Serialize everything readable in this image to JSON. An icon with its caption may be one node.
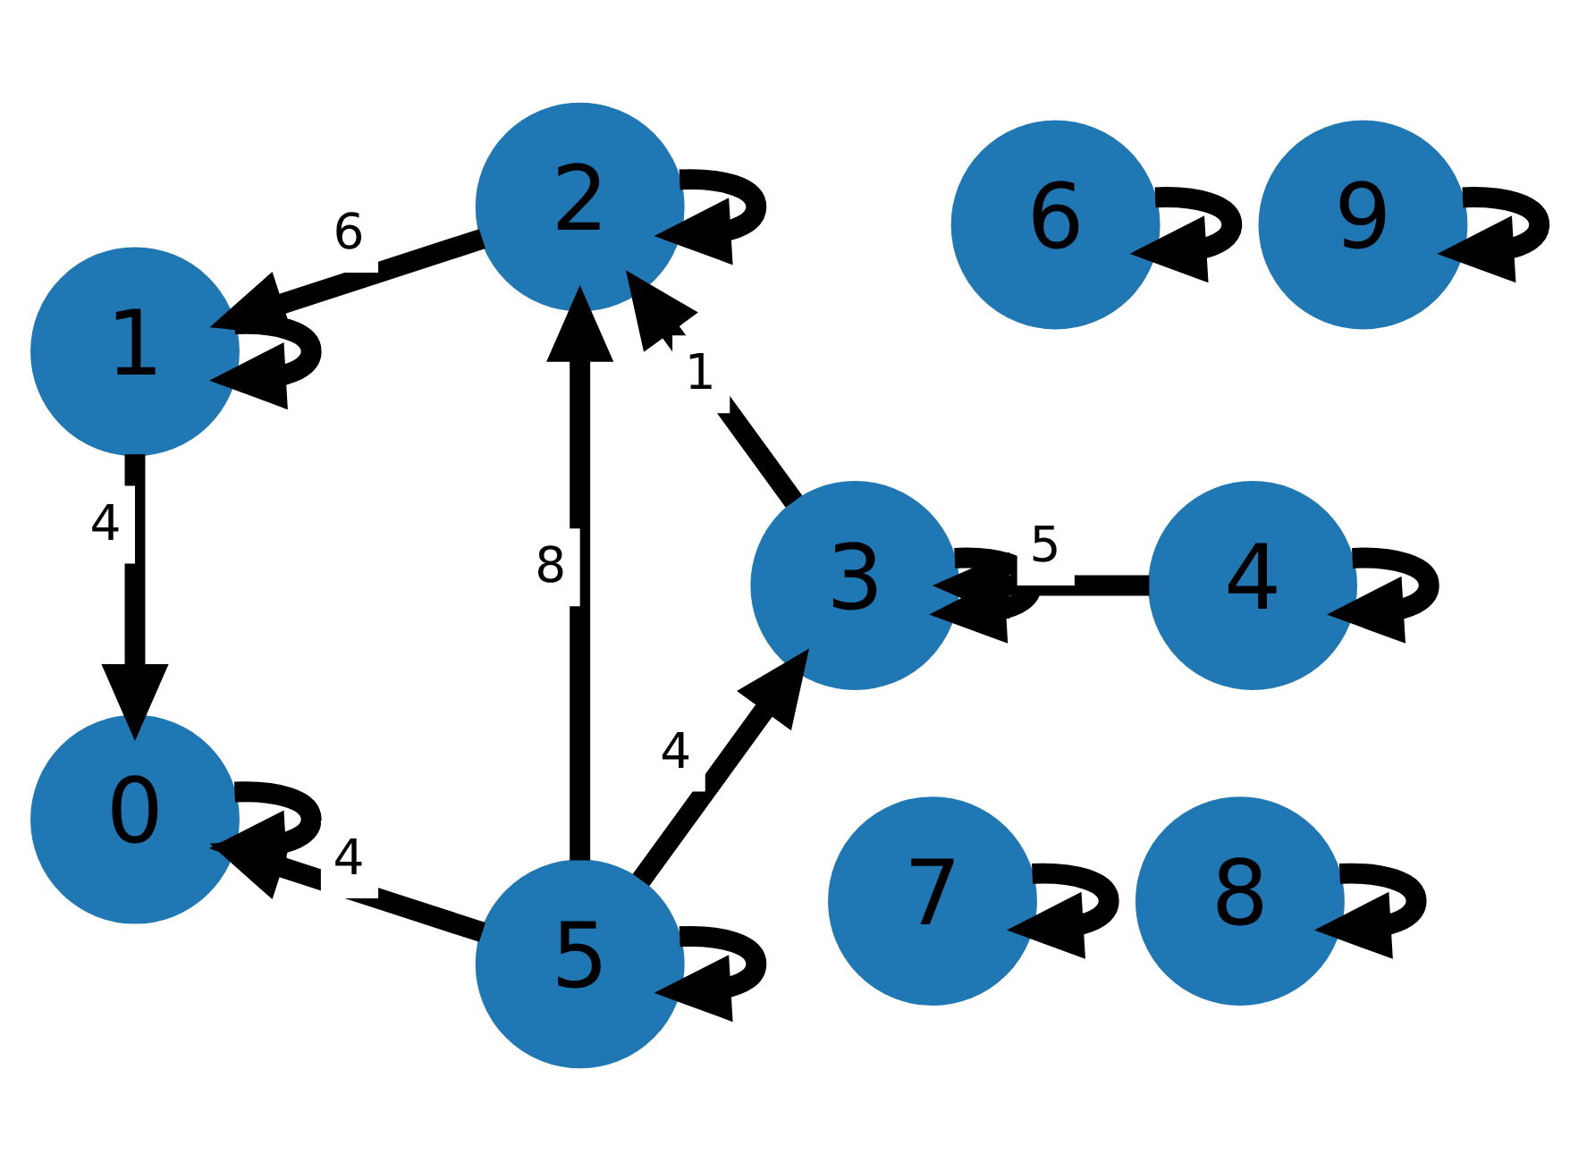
{
  "diagram": {
    "nodes": [
      {
        "text": [
          "0"
        ]
      },
      {
        "text": [
          "1"
        ]
      },
      {
        "text": [
          "2"
        ]
      },
      {
        "text": [
          "3"
        ]
      },
      {
        "text": [
          "4"
        ]
      },
      {
        "text": [
          "5"
        ]
      },
      {
        "text": [
          "6"
        ]
      },
      {
        "text": [
          "7"
        ]
      },
      {
        "text": [
          "8"
        ]
      },
      {
        "text": [
          "9"
        ]
      }
    ],
    "edges": [
      {
        "from": 0,
        "to": 0,
        "arrow": "to"
      },
      {
        "from": 1,
        "to": 1,
        "arrow": "to"
      },
      {
        "from": 2,
        "to": 2,
        "arrow": "to"
      },
      {
        "from": 3,
        "to": 3,
        "arrow": "to"
      },
      {
        "from": 4,
        "to": 4,
        "arrow": "to"
      },
      {
        "from": 5,
        "to": 5,
        "arrow": "to"
      },
      {
        "from": 6,
        "to": 6,
        "arrow": "to"
      },
      {
        "from": 7,
        "to": 7,
        "arrow": "to"
      },
      {
        "from": 8,
        "to": 8,
        "arrow": "to"
      },
      {
        "from": 9,
        "to": 9,
        "arrow": "to"
      },
      {
        "from": 5,
        "to": 2,
        "arrow": "to",
        "label": "8"
      },
      {
        "from": 3,
        "to": 2,
        "arrow": "to",
        "label": "1"
      },
      {
        "from": 5,
        "to": 3,
        "arrow": "to",
        "label": "4"
      },
      {
        "from": 2,
        "to": 1,
        "arrow": "to",
        "label": "6"
      },
      {
        "from": 5,
        "to": 0,
        "arrow": "to",
        "label": "4"
      },
      {
        "from": 1,
        "to": 0,
        "arrow": "to",
        "label": "4"
      },
      {
        "from": 4,
        "to": 3,
        "arrow": "to",
        "label": "5"
      }
    ]
  }
}
